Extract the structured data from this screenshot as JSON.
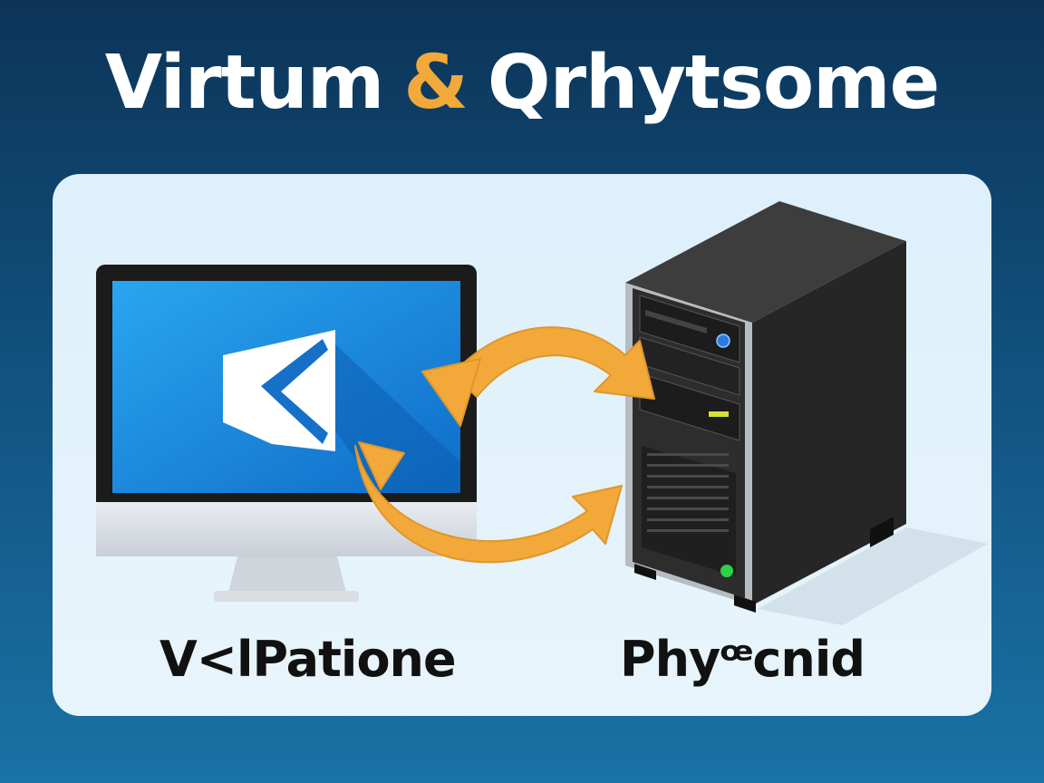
{
  "title": {
    "part1": "Virtum",
    "ampersand": "&",
    "part2": "Qrhytsome"
  },
  "labels": {
    "virtual": "V<lPatione",
    "physical": "Phyꟹcnid"
  },
  "icons": {
    "monitor": "desktop-monitor-icon",
    "server": "server-tower-icon",
    "sync": "sync-arrows-icon",
    "screen_logo": "chevron-left-logo-icon"
  },
  "colors": {
    "background_top": "#0c3458",
    "background_bottom": "#1a72a6",
    "accent": "#f2a93a",
    "panel": "#e3f2fb",
    "screen": "#1a8be0"
  }
}
